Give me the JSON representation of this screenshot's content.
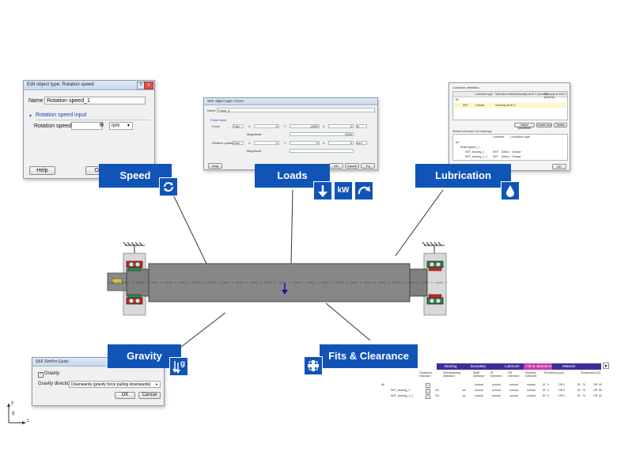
{
  "speed_dialog": {
    "title": "Edit object type: Rotation speed",
    "name_label": "Name",
    "name_value": "Rotation speed_1",
    "section_label": "Rotation speed input",
    "speed_label": "Rotation speed",
    "speed_value": "",
    "unit_value": "rpm",
    "help_label": "Help",
    "ok_label": "OK",
    "cancel_label": "C"
  },
  "loads_dialog": {
    "title": "SKF object type: Force",
    "name_label": "Name",
    "name_value": "Force_1",
    "section_label": "Force input",
    "force_label": "Force",
    "force_mode": "Cart.",
    "fx_label": "X",
    "fx_value": "0",
    "fy_label": "Y",
    "fy_value": "-2000",
    "fz_label": "Z",
    "fz_value": "0",
    "force_unit": "N",
    "magnitude_label": "Magnitude",
    "magnitude_value": "2000",
    "pos_label": "Relative position",
    "pos_mode": "Cart.",
    "px_label": "X",
    "px_value": "0",
    "py_label": "Y",
    "py_value": "0",
    "pz_label": "Z",
    "pz_value": "0",
    "pos_unit": "mm",
    "magnitude2_label": "Magnitude",
    "magnitude2_value": "",
    "help_label": "Help",
    "ok_label": "OK",
    "cancel_label": "Cancel",
    "try_label": "Try"
  },
  "lubrication_dialog": {
    "header": "Lubricant definition",
    "col1": "Lubricant type",
    "col2": "Selection method",
    "col3": "Viscosity at 40 C [mm2/s]",
    "col4": "Viscosity at 100 C [mm2/s]",
    "tree_root": "All",
    "row1_name": "SKF",
    "row1_type": "Grease",
    "row1_method": "Viscosity at 40 C",
    "row1_v40": "",
    "row1_v100": "",
    "btn_select": "Select predefined",
    "btn_create": "Create new",
    "btn_delete": "Delete",
    "bearings_header": "Select lubricant for bearings",
    "bcol1": "Lubricant",
    "bcol2": "Lubrication type",
    "broot": "All",
    "bgroup": "Shaft system_1",
    "b1": "SKF_bearing_1",
    "b2": "SKF_bearing_1_2",
    "lub_code": "SKF",
    "select_label": "Select",
    "grease_label": "Grease",
    "ok_label": "OK"
  },
  "gravity_dialog": {
    "title": "SKF SimPro Quick",
    "checkbox_label": "Gravity",
    "direction_label": "Gravity direction",
    "direction_value": "Downwards (gravity force pulling downwards)",
    "ok_label": "OK",
    "cancel_label": "Cancel"
  },
  "fits_table": {
    "tabs": [
      "Bearing",
      "Boundary",
      "Lubricant",
      "Fits & clearance",
      "Material"
    ],
    "active_tab": "Fits & clearance",
    "headers": [
      "Clearance reduction",
      "Manufacturing clearance",
      "Shaft tolerance",
      "IR tolerance",
      "OR tolerance",
      "Housing tolerance",
      "Smoothing [um]",
      "Temperature [C]"
    ],
    "tree": [
      "All",
      "SKF_bearing_1",
      "SKF_bearing_1_2"
    ],
    "clearance_code": "CN",
    "normal_label": "normal",
    "um_label": "um",
    "ir_label": "IR",
    "or_label": "OR",
    "smooth_ir": "0",
    "smooth_or": "0",
    "temp_ir": "70",
    "temp_or": "50"
  },
  "banners": {
    "speed": "Speed",
    "loads": "Loads",
    "lubrication": "Lubrication",
    "gravity": "Gravity",
    "fits": "Fits & Clearance"
  },
  "load_icon_text": "kW",
  "gravity_icon_text": "g",
  "axes": {
    "y_label": "y",
    "g_label": "g",
    "z_label": "z"
  },
  "colors": {
    "banner_blue": "#1154b8",
    "shaft_gray": "#7f7f7f",
    "bearing_red": "#c0282a",
    "bearing_green": "#2c8c3c",
    "tab_purple": "#3c2f9a",
    "tab_active": "#c43aa8"
  }
}
